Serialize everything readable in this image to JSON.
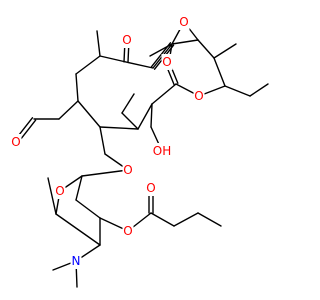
{
  "molecule": {
    "labels": [
      {
        "key": "o_epoxide",
        "text": "O",
        "color": "#ff0000"
      },
      {
        "key": "o_ketone",
        "text": "O",
        "color": "#ff0000"
      },
      {
        "key": "o_lactone_ring",
        "text": "O",
        "color": "#ff0000"
      },
      {
        "key": "o_lactone_carbonyl",
        "text": "O",
        "color": "#ff0000"
      },
      {
        "key": "o_aldehyde",
        "text": "O",
        "color": "#ff0000"
      },
      {
        "key": "o_glycoside",
        "text": "O",
        "color": "#ff0000"
      },
      {
        "key": "oh_hydroxyl",
        "text": "OH",
        "color": "#ff0000"
      },
      {
        "key": "o_pyran_ring",
        "text": "O",
        "color": "#ff0000"
      },
      {
        "key": "o_ester_carbonyl",
        "text": "O",
        "color": "#ff0000"
      },
      {
        "key": "o_ester_link",
        "text": "O",
        "color": "#ff0000"
      },
      {
        "key": "n_dimethylamino",
        "text": "N",
        "color": "#0000ff"
      }
    ],
    "colors": {
      "bond": "#000000",
      "oxygen": "#ff0000",
      "nitrogen": "#0000ff",
      "background": "#ffffff"
    }
  }
}
